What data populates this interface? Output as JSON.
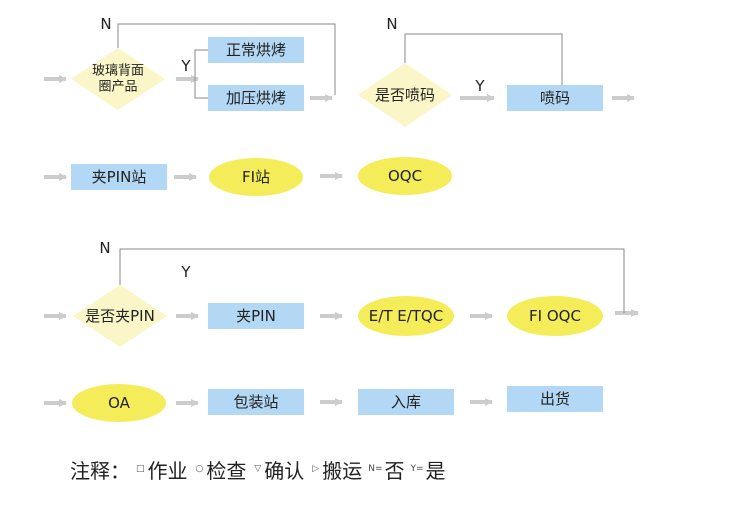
{
  "colors": {
    "process_fill": "#b3d8f5",
    "inspect_fill": "#f5ec5a",
    "decision_fill": "#faf6c8",
    "arrow": "#cccccc",
    "connector": "#888888",
    "yn_label": "#e0302a"
  },
  "nodes": {
    "glass_back_ring": "玻璃背面\n圈产品",
    "normal_bake": "正常烘烤",
    "pressure_bake": "加压烘烤",
    "spray_code_q": "是否喷码",
    "spray_code": "喷码",
    "pin_station": "夹PIN站",
    "fi_station": "FI站",
    "oqc_1": "OQC",
    "pin_q": "是否夹PIN",
    "pin": "夹PIN",
    "et_etqc": "E/T  E/TQC",
    "fi_oqc": "FI   OQC",
    "oa": "OA",
    "packing": "包装站",
    "warehouse": "入库",
    "shipping": "出货"
  },
  "yn": {
    "yes": "Y",
    "no": "N"
  },
  "legend": {
    "prefix": "注释：",
    "operation": "作业",
    "inspection": "检查",
    "confirm": "确认",
    "transport": "搬运",
    "no_key": "N=",
    "no_val": "否",
    "yes_key": "Y=",
    "yes_val": "是",
    "icons": [
      "square-symbol",
      "circle-symbol",
      "triangle-down-symbol",
      "triangle-right-symbol"
    ]
  }
}
